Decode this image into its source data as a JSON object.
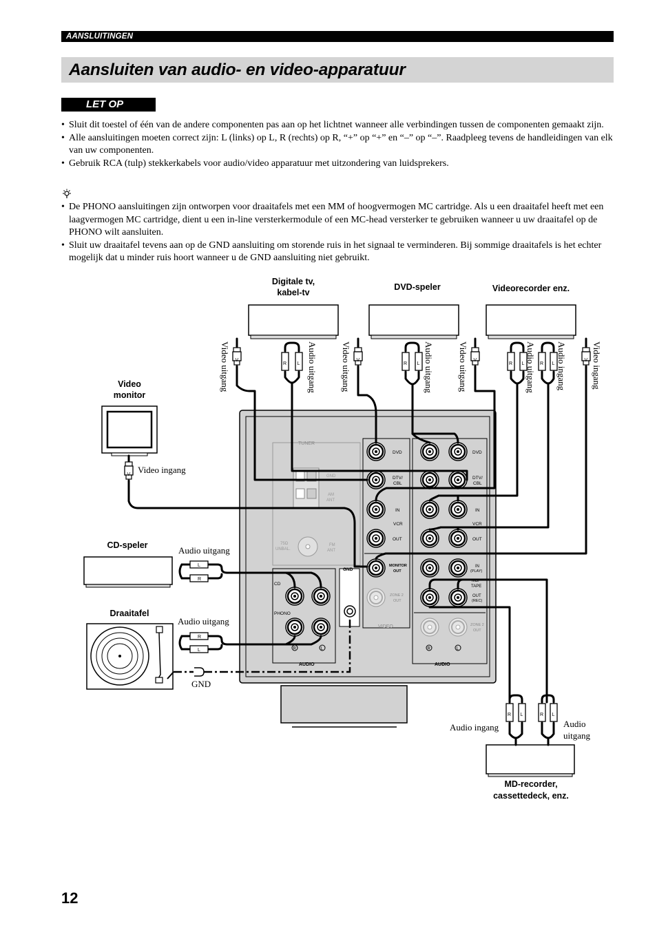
{
  "header": {
    "section": "AANSLUITINGEN"
  },
  "title": "Aansluiten van audio- en video-apparatuur",
  "caution": {
    "label": "LET OP",
    "items": [
      "Sluit dit toestel of één van de andere componenten pas aan op het lichtnet wanneer alle verbindingen tussen de componenten gemaakt zijn.",
      "Alle aansluitingen moeten correct zijn: L (links) op L, R (rechts) op R, “+” op “+” en “–” op “–”. Raadpleeg tevens de handleidingen van elk van uw componenten.",
      "Gebruik RCA (tulp) stekkerkabels voor audio/video apparatuur met uitzondering van luidsprekers."
    ]
  },
  "notes": {
    "icon": "lightbulb-icon",
    "items": [
      "De PHONO aansluitingen zijn ontworpen voor draaitafels met een MM of hoogvermogen MC cartridge. Als u een draaitafel heeft met een laagvermogen MC cartridge, dient u een in-line versterkermodule of een MC-head versterker te gebruiken wanneer u uw draaitafel op de PHONO wilt aansluiten.",
      "Sluit uw draaitafel tevens aan op de GND aansluiting om storende ruis in het signaal te verminderen. Bij sommige draaitafels is het echter mogelijk dat u minder ruis hoort wanneer u de GND aansluiting niet gebruikt."
    ]
  },
  "diagram": {
    "devices": {
      "dtv": "Digitale tv,",
      "dtv2": "kabel-tv",
      "dvd": "DVD-speler",
      "vcr": "Videorecorder enz.",
      "monitor": "Video",
      "monitor2": "monitor",
      "cd": "CD-speler",
      "turntable": "Draaitafel",
      "md": "MD-recorder,",
      "md2": "cassettedeck, enz."
    },
    "side_labels": {
      "video_out": "Video uitgang",
      "audio_out": "Audio uitgang",
      "audio_in": "Audio ingang",
      "video_in": "Video ingang",
      "gnd": "GND",
      "audio": "Audio",
      "uitgang": "uitgang"
    },
    "plug_letters": {
      "v": "V",
      "r": "R",
      "l": "L"
    },
    "panel": {
      "tuner": "TUNER",
      "gnd": "GND",
      "am": "AM",
      "ant": "ANT",
      "unbal1": "75Ω",
      "unbal2": "UNBAL.",
      "fm": "FM",
      "dvd": "DVD",
      "dtv1": "DTV/",
      "dtv2": "CBL",
      "in": "IN",
      "vcr": "VCR",
      "out": "OUT",
      "monitor1": "MONITOR",
      "monitor2": "OUT",
      "zone1": "ZONE 2",
      "zone2": "OUT",
      "video": "VIDEO",
      "audio": "AUDIO",
      "cd": "CD",
      "phono": "PHONO",
      "play": "(PLAY)",
      "md1": "MD/",
      "md2": "TAPE",
      "rec": "(REC)",
      "r": "R",
      "l": "L"
    }
  },
  "page_number": "12"
}
